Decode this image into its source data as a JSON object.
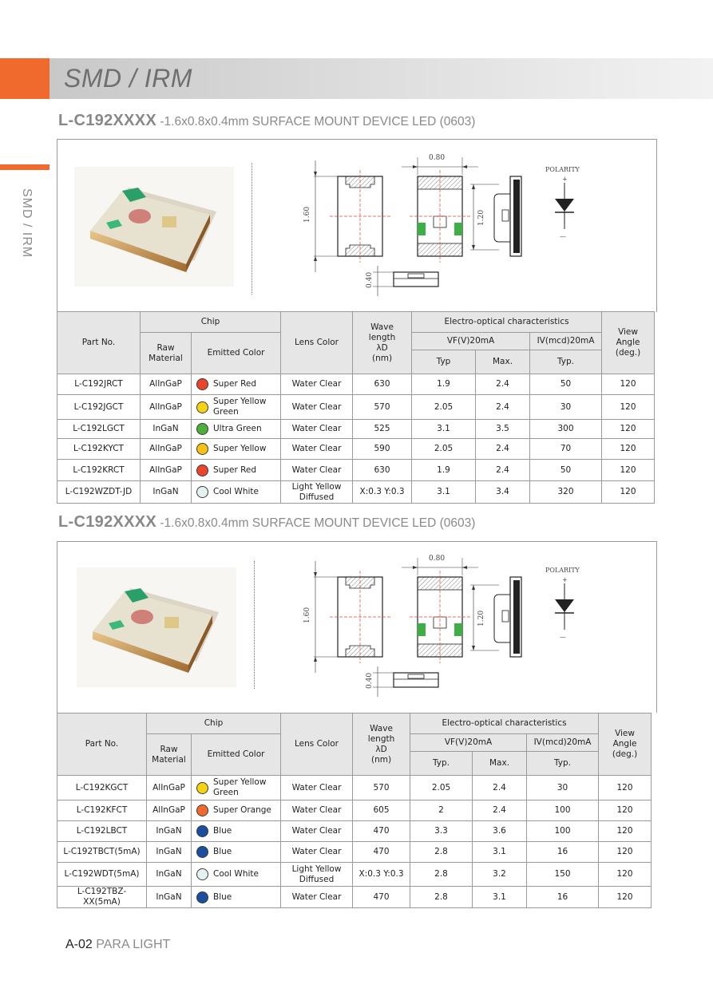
{
  "header": {
    "title": "SMD / IRM",
    "side_label": "SMD / IRM"
  },
  "drawing": {
    "dim_width": "0.80",
    "dim_length": "1.60",
    "dim_inner": "1.20",
    "dim_height": "0.40",
    "polarity_label": "POLARITY",
    "plus": "+",
    "minus": "—"
  },
  "sections": [
    {
      "part_prefix": "L-C192XXXX",
      "description": " -1.6x0.8x0.4mm SURFACE MOUNT DEVICE LED (0603)",
      "headers": {
        "part_no": "Part No.",
        "chip": "Chip",
        "raw_material": "Raw Material",
        "emitted_color": "Emitted Color",
        "lens_color": "Lens Color",
        "wave_l1": "Wave",
        "wave_l2": "length",
        "wave_l3": "λD",
        "wave_l4": "(nm)",
        "electro": "Electro-optical characteristics",
        "vf": "VF(V)20mA",
        "iv": "IV(mcd)20mA",
        "typ": "Typ",
        "max": "Max.",
        "typ2": "Typ.",
        "view_l1": "View",
        "view_l2": "Angle",
        "view_l3": "(deg.)"
      },
      "rows": [
        {
          "part": "L-C192JRCT",
          "raw": "AlInGaP",
          "color_hex": "#e8452c",
          "color": "Super Red",
          "lens": "Water Clear",
          "wave": "630",
          "vf_typ": "1.9",
          "vf_max": "2.4",
          "iv": "50",
          "angle": "120"
        },
        {
          "part": "L-C192JGCT",
          "raw": "AlInGaP",
          "color_hex": "#f5d311",
          "color": "Super Yellow Green",
          "lens": "Water Clear",
          "wave": "570",
          "vf_typ": "2.05",
          "vf_max": "2.4",
          "iv": "30",
          "angle": "120"
        },
        {
          "part": "L-C192LGCT",
          "raw": "InGaN",
          "color_hex": "#4caf3c",
          "color": "Ultra Green",
          "lens": "Water Clear",
          "wave": "525",
          "vf_typ": "3.1",
          "vf_max": "3.5",
          "iv": "300",
          "angle": "120"
        },
        {
          "part": "L-C192KYCT",
          "raw": "AlInGaP",
          "color_hex": "#f6c115",
          "color": "Super Yellow",
          "lens": "Water Clear",
          "wave": "590",
          "vf_typ": "2.05",
          "vf_max": "2.4",
          "iv": "70",
          "angle": "120"
        },
        {
          "part": "L-C192KRCT",
          "raw": "AlInGaP",
          "color_hex": "#e8452c",
          "color": "Super Red",
          "lens": "Water Clear",
          "wave": "630",
          "vf_typ": "1.9",
          "vf_max": "2.4",
          "iv": "50",
          "angle": "120"
        },
        {
          "part": "L-C192WZDT-JD",
          "raw": "InGaN",
          "color_hex": "#e4f2f4",
          "color": "Cool White",
          "lens": "Light Yellow Diffused",
          "wave": "X:0.3 Y:0.3",
          "vf_typ": "3.1",
          "vf_max": "3.4",
          "iv": "320",
          "angle": "120"
        }
      ]
    },
    {
      "part_prefix": "L-C192XXXX",
      "description": " -1.6x0.8x0.4mm SURFACE MOUNT DEVICE LED (0603)",
      "headers": {
        "part_no": "Part No.",
        "chip": "Chip",
        "raw_material": "Raw Material",
        "emitted_color": "Emitted Color",
        "lens_color": "Lens Color",
        "wave_l1": "Wave",
        "wave_l2": "length",
        "wave_l3": "λD",
        "wave_l4": "(nm)",
        "electro": "Electro-optical characteristics",
        "vf": "VF(V)20mA",
        "iv": "IV(mcd)20mA",
        "typ": "Typ.",
        "max": "Max.",
        "typ2": "Typ.",
        "view_l1": "View",
        "view_l2": "Angle",
        "view_l3": "(deg.)"
      },
      "rows": [
        {
          "part": "L-C192KGCT",
          "raw": "AlInGaP",
          "color_hex": "#f5d311",
          "color": "Super Yellow Green",
          "lens": "Water Clear",
          "wave": "570",
          "vf_typ": "2.05",
          "vf_max": "2.4",
          "iv": "30",
          "angle": "120"
        },
        {
          "part": "L-C192KFCT",
          "raw": "AlInGaP",
          "color_hex": "#f06a2e",
          "color": "Super Orange",
          "lens": "Water Clear",
          "wave": "605",
          "vf_typ": "2",
          "vf_max": "2.4",
          "iv": "100",
          "angle": "120"
        },
        {
          "part": "L-C192LBCT",
          "raw": "InGaN",
          "color_hex": "#1a4fa0",
          "color": "Blue",
          "lens": "Water Clear",
          "wave": "470",
          "vf_typ": "3.3",
          "vf_max": "3.6",
          "iv": "100",
          "angle": "120"
        },
        {
          "part": "L-C192TBCT(5mA)",
          "raw": "InGaN",
          "color_hex": "#1a4fa0",
          "color": "Blue",
          "lens": "Water Clear",
          "wave": "470",
          "vf_typ": "2.8",
          "vf_max": "3.1",
          "iv": "16",
          "angle": "120"
        },
        {
          "part": "L-C192WDT(5mA)",
          "raw": "InGaN",
          "color_hex": "#e4f2f4",
          "color": "Cool White",
          "lens": "Light Yellow Diffused",
          "wave": "X:0.3 Y:0.3",
          "vf_typ": "2.8",
          "vf_max": "3.2",
          "iv": "150",
          "angle": "120"
        },
        {
          "part": "L-C192TBZ-XX(5mA)",
          "raw": "InGaN",
          "color_hex": "#1a4fa0",
          "color": "Blue",
          "lens": "Water Clear",
          "wave": "470",
          "vf_typ": "2.8",
          "vf_max": "3.1",
          "iv": "16",
          "angle": "120"
        }
      ]
    }
  ],
  "footer": {
    "page": "A-02",
    "brand": "PARA LIGHT"
  }
}
